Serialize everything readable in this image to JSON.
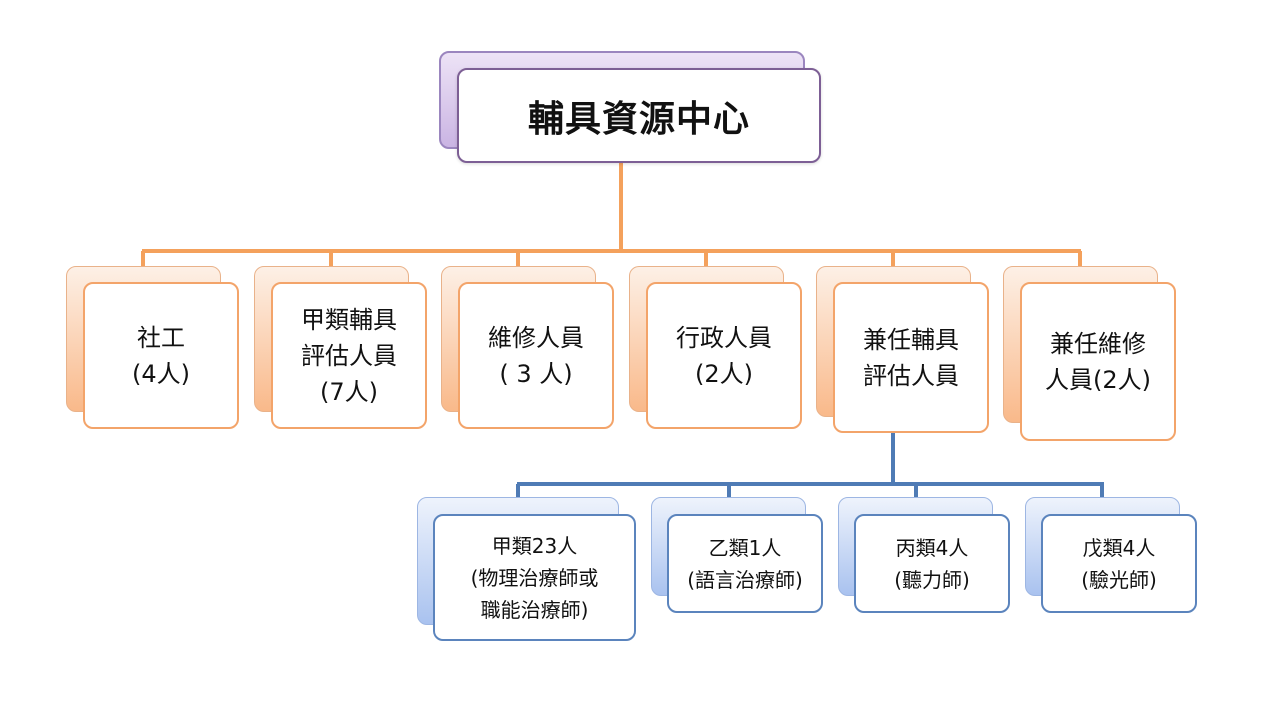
{
  "root": {
    "label": "輔具資源中心"
  },
  "departments": [
    {
      "label": "社工\n(4人)"
    },
    {
      "label": "甲類輔具\n評估人員\n(7人)"
    },
    {
      "label": "維修人員\n( 3 人)"
    },
    {
      "label": "行政人員\n(2人)"
    },
    {
      "label": "兼任輔具\n評估人員"
    },
    {
      "label": "兼任維修\n人員(2人)"
    }
  ],
  "evaluators": [
    {
      "label": "甲類23人\n(物理治療師或\n職能治療師)"
    },
    {
      "label": "乙類1人\n(語言治療師)"
    },
    {
      "label": "丙類4人\n(聽力師)"
    },
    {
      "label": "戊類4人\n(驗光師)"
    }
  ],
  "colors": {
    "orange_connector": "#f4a15c",
    "blue_connector": "#4f7bb5",
    "root_border": "#7d5f95"
  }
}
